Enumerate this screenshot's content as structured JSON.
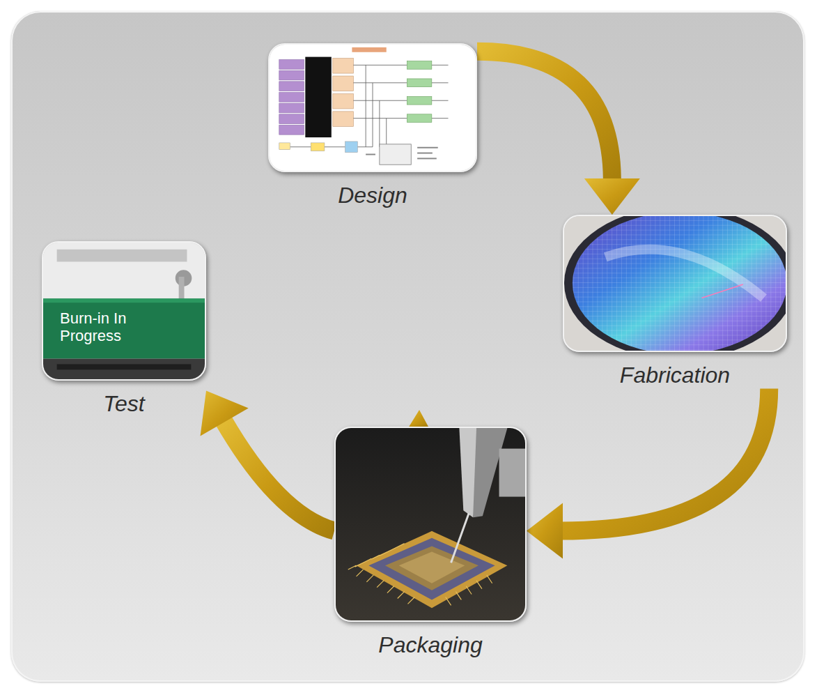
{
  "diagram": {
    "nodes": [
      {
        "text": [
          "Design"
        ]
      },
      {
        "text": [
          "Fabrication"
        ]
      },
      {
        "text": [
          "Packaging"
        ]
      },
      {
        "text": [
          "Test",
          "Burn-in In Progress"
        ]
      }
    ],
    "edges": [
      {
        "from": 0,
        "to": 1,
        "arrow": "to"
      },
      {
        "from": 1,
        "to": 2,
        "arrow": "to"
      },
      {
        "from": 2,
        "to": 3,
        "arrow": "to"
      }
    ]
  }
}
